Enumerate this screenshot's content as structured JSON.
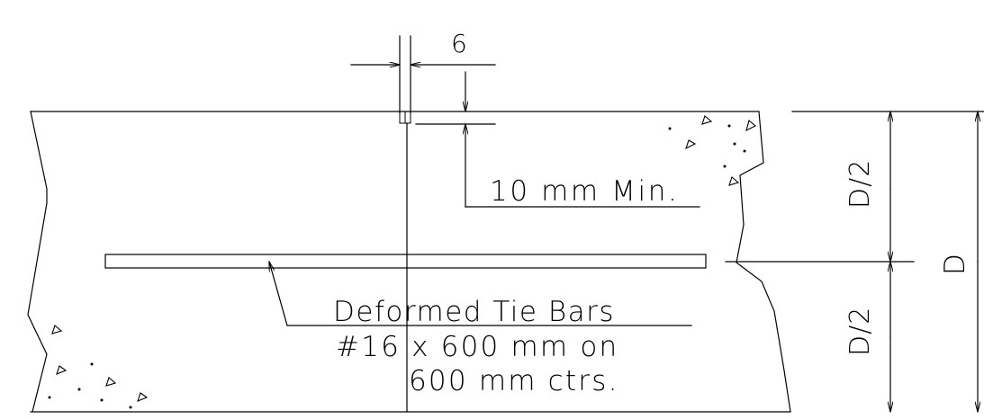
{
  "labels": {
    "joint_width": "6",
    "min_depth": "10 mm Min.",
    "tie_bars_line1": "Deformed Tie Bars",
    "tie_bars_line2": "#16 x 600 mm on",
    "tie_bars_line3": "600 mm ctrs.",
    "half_depth_upper": "D/2",
    "half_depth_lower": "D/2",
    "full_depth": "D"
  },
  "colors": {
    "line": "#000000",
    "background": "#ffffff"
  }
}
